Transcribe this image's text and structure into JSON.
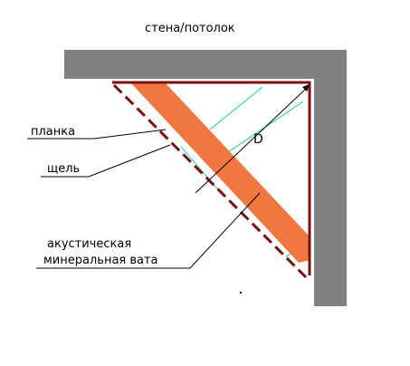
{
  "diagram": {
    "title": "стена/потолок",
    "labels": {
      "strip": "планка",
      "gap": "щель",
      "wool_line1": "акустическая",
      "wool_line2": "минеральная вата",
      "dimension": "D"
    },
    "colors": {
      "wall": "#808080",
      "frame": "#7a1010",
      "wool": "#f07840",
      "cavity_lines": "#3cd5a0",
      "leader_lines": "#000000",
      "background": "#ffffff"
    }
  }
}
